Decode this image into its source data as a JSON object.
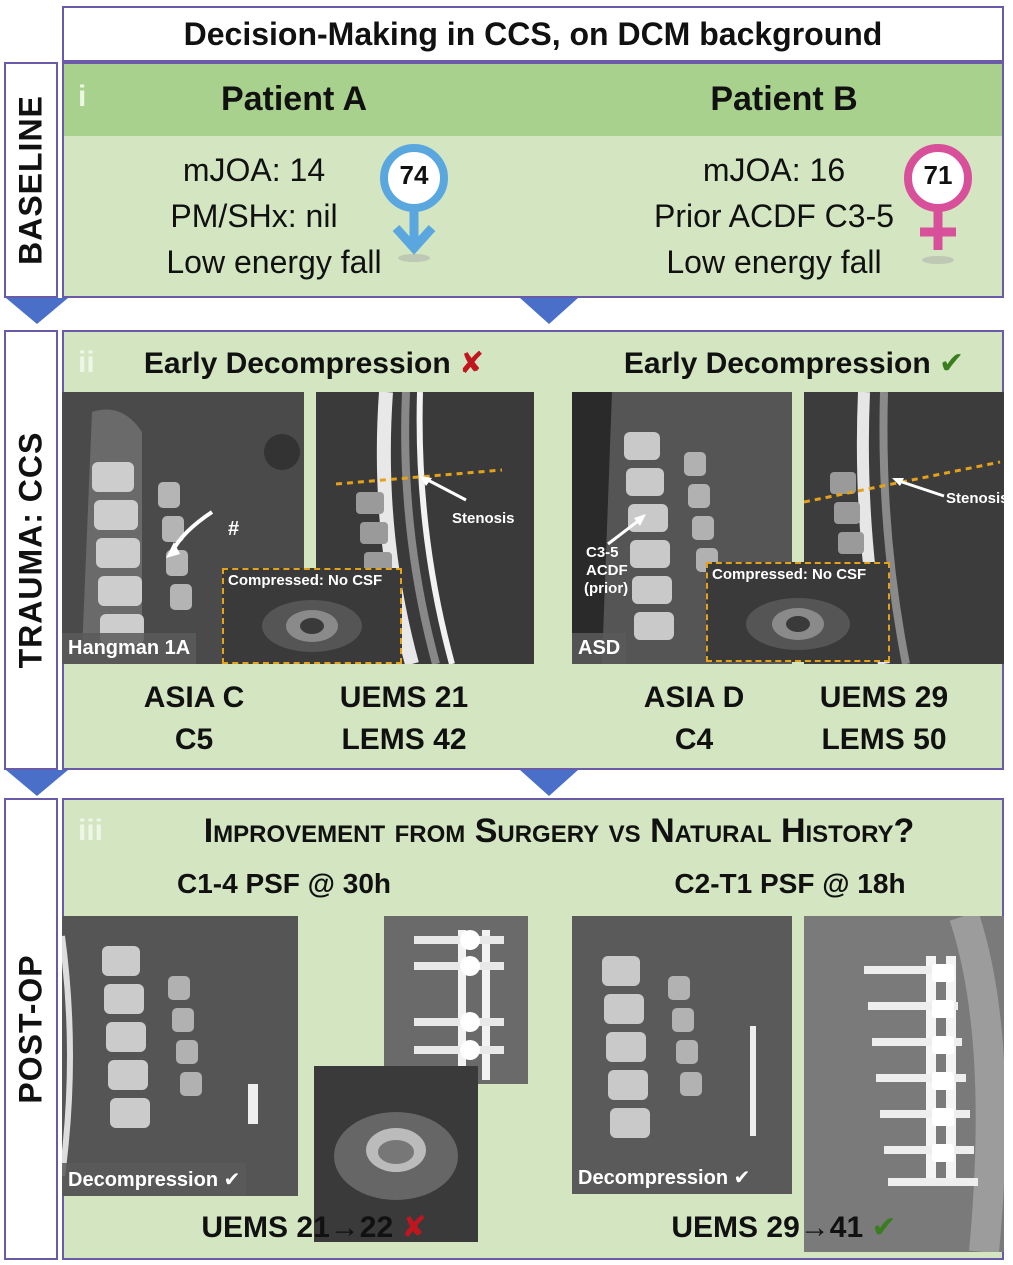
{
  "title": "Decision-Making in CCS, on DCM background",
  "sections": {
    "baseline": "BASELINE",
    "trauma": "TRAUMA: CCS",
    "postop": "POST-OP"
  },
  "numerals": {
    "i": "i",
    "ii": "ii",
    "iii": "iii"
  },
  "baseline": {
    "a": {
      "name": "Patient A",
      "mjoa": "mJOA: 14",
      "history": "PM/SHx: nil",
      "mechanism": "Low energy fall",
      "age": "74"
    },
    "b": {
      "name": "Patient B",
      "mjoa": "mJOA: 16",
      "history": "Prior ACDF C3-5",
      "mechanism": "Low energy fall",
      "age": "71"
    }
  },
  "trauma": {
    "a": {
      "heading": "Early Decompression",
      "mark": "✘",
      "ct_tag": "Hangman 1A",
      "fracture_label": "#",
      "stenosis": "Stenosis",
      "inset": "Compressed: No CSF",
      "asia": "ASIA C",
      "level": "C5",
      "uems": "UEMS 21",
      "lems": "LEMS 42"
    },
    "b": {
      "heading": "Early Decompression",
      "mark": "✔",
      "ct_tag": "ASD",
      "acdf_l1": "C3-5",
      "acdf_l2": "ACDF",
      "acdf_l3": "(prior)",
      "stenosis": "Stenosis",
      "inset": "Compressed: No CSF",
      "asia": "ASIA D",
      "level": "C4",
      "uems": "UEMS 29",
      "lems": "LEMS 50"
    }
  },
  "postop": {
    "question": "Improvement from Surgery vs Natural History?",
    "a": {
      "procedure": "C1-4 PSF @ 30h",
      "tag": "Decompression ✔",
      "result": "UEMS 21→22",
      "mark": "✘"
    },
    "b": {
      "procedure": "C2-T1 PSF @ 18h",
      "tag": "Decompression ✔",
      "result": "UEMS 29→41",
      "mark": "✔"
    }
  },
  "colors": {
    "panel": "#d3e6c1",
    "band": "#a9d18e",
    "border": "#6b5aa8",
    "male": "#5aa7e0",
    "female": "#d9509a",
    "cross": "#c0161f",
    "check": "#3a7d1e",
    "inset_border": "#e3a21a"
  }
}
